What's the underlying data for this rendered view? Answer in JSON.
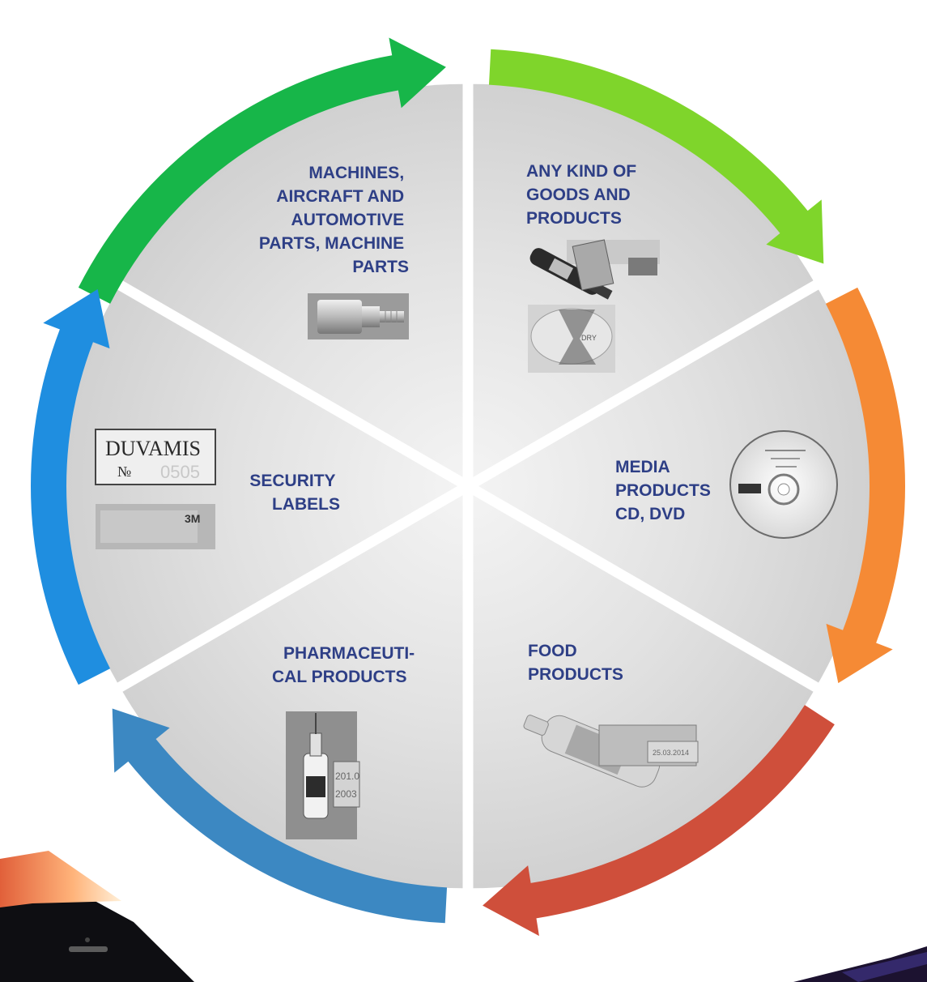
{
  "colors": {
    "arrow_green_dark": "#17b649",
    "arrow_green_light": "#7fd52b",
    "arrow_orange": "#f58a35",
    "arrow_red": "#cf4f3b",
    "arrow_blue_steel": "#3c88c2",
    "arrow_blue": "#1f8ee0",
    "label_text": "#2e3f86",
    "segment_fill": "#e2e2e2"
  },
  "segments": [
    {
      "id": "machines",
      "label_lines": [
        "MACHINES,",
        "AIRCRAFT AND",
        "AUTOMOTIVE",
        "PARTS, MACHINE",
        "PARTS"
      ],
      "image": "machine-part-photo"
    },
    {
      "id": "goods",
      "label_lines": [
        "ANY KIND OF",
        "GOODS AND",
        "PRODUCTS"
      ],
      "image": "goods-products-photo"
    },
    {
      "id": "media",
      "label_lines": [
        "MEDIA",
        "PRODUCTS",
        "CD, DVD"
      ],
      "image": "cd-disc-photo"
    },
    {
      "id": "food",
      "label_lines": [
        "FOOD",
        "PRODUCTS"
      ],
      "image": "food-bottle-photo"
    },
    {
      "id": "pharma",
      "label_lines": [
        "PHARMACEUTI-",
        "CAL PRODUCTS"
      ],
      "image": "pharma-vial-photo"
    },
    {
      "id": "security",
      "label_lines": [
        "SECURITY",
        "LABELS"
      ],
      "image": "security-label-photo"
    }
  ],
  "security_label_card": {
    "brand": "DUVAMIS",
    "number_sign": "№",
    "number": "0505"
  },
  "tape_label": {
    "brand": "3M"
  },
  "vial_tag": {
    "line1": "201.0",
    "line2": "2003"
  },
  "food_tag": {
    "date": "25.03.2014"
  }
}
